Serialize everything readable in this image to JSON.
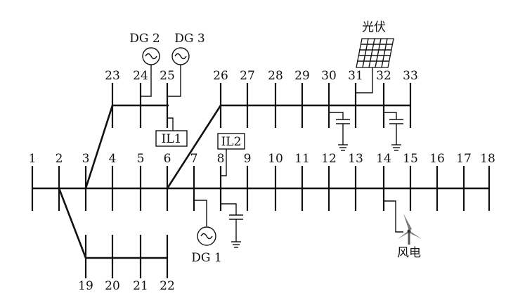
{
  "buses": {
    "main": [
      "1",
      "2",
      "3",
      "4",
      "5",
      "6",
      "7",
      "8",
      "9",
      "10",
      "11",
      "12",
      "13",
      "14",
      "15",
      "16",
      "17",
      "18"
    ],
    "branch_19_22": [
      "19",
      "20",
      "21",
      "22"
    ],
    "branch_23_25": [
      "23",
      "24",
      "25"
    ],
    "branch_26_33": [
      "26",
      "27",
      "28",
      "29",
      "30",
      "31",
      "32",
      "33"
    ]
  },
  "labels": {
    "dg1": "DG 1",
    "dg2": "DG 2",
    "dg3": "DG 3",
    "il1": "IL1",
    "il2": "IL2",
    "pv": "光伏",
    "wind": "风电"
  }
}
